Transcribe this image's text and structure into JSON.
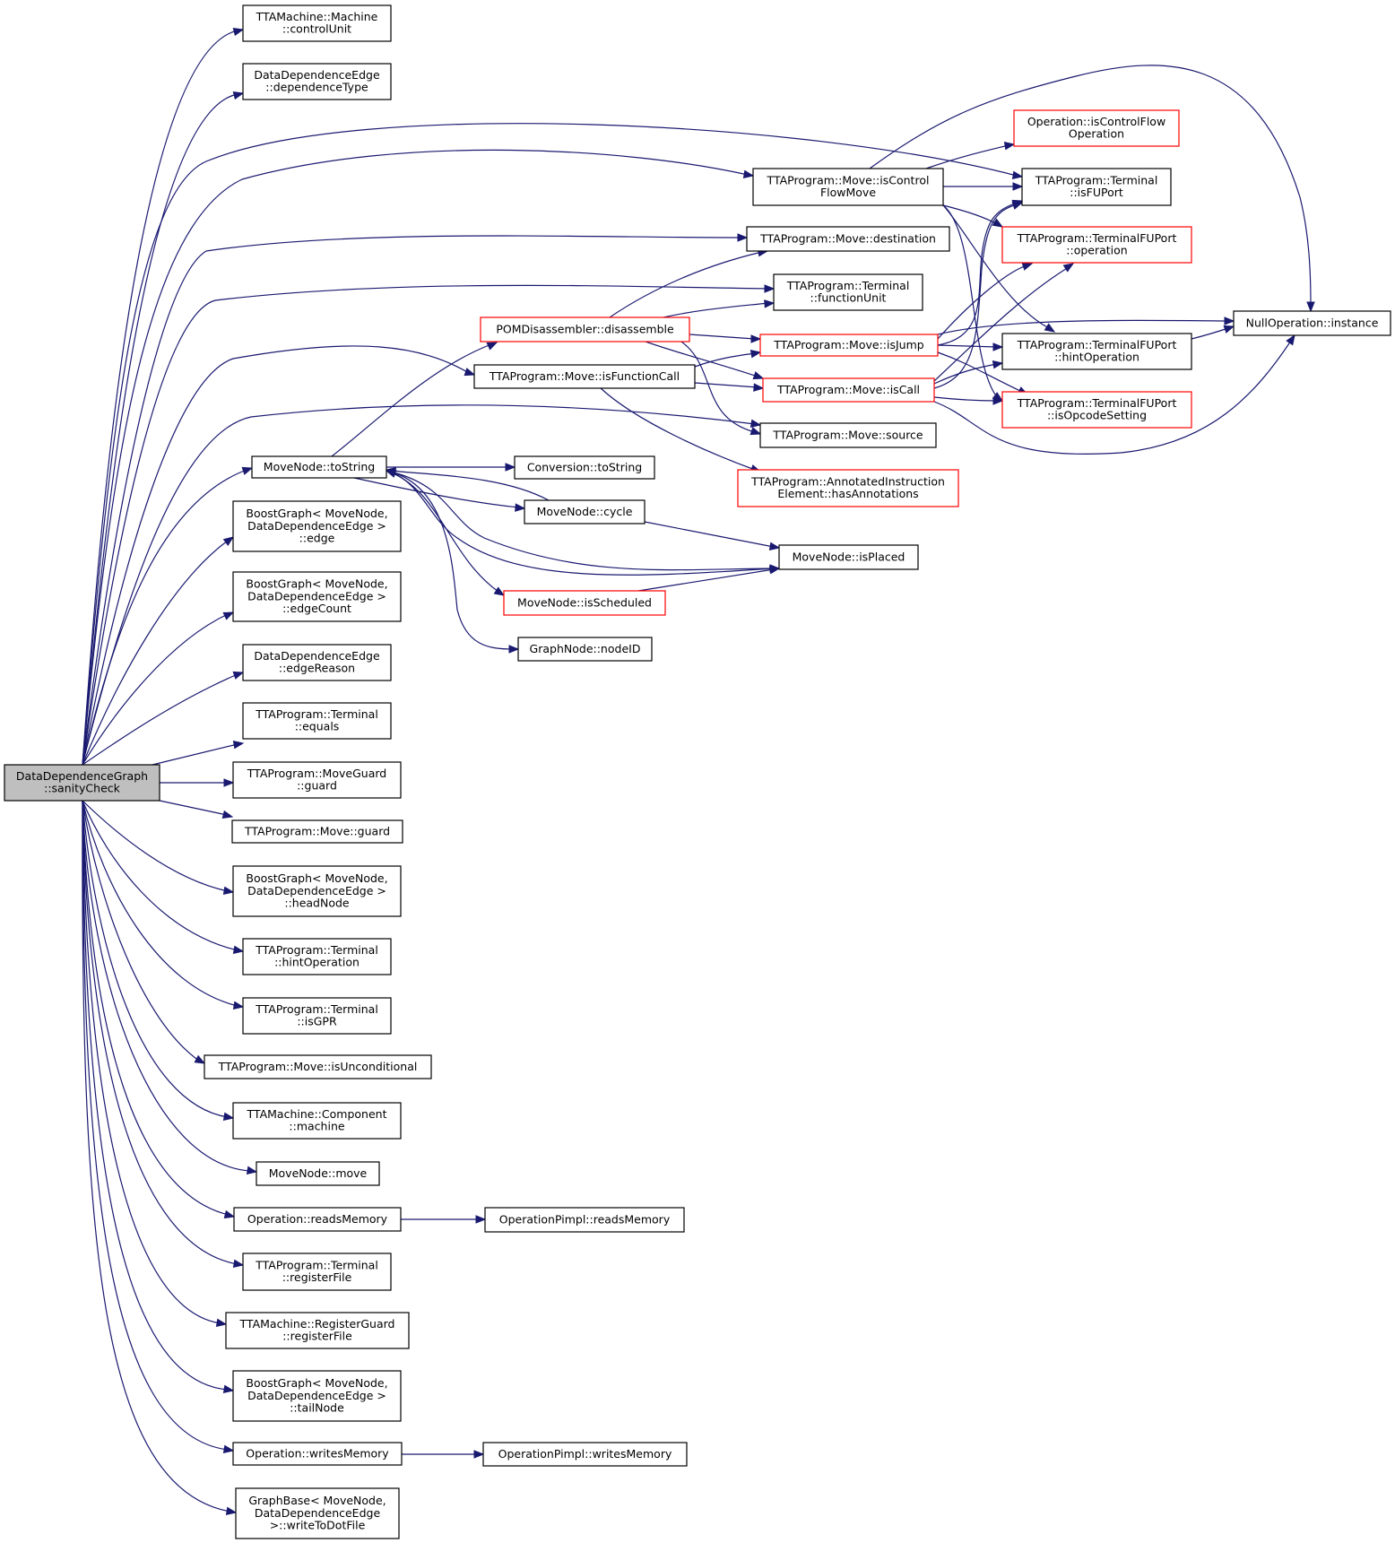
{
  "colors": {
    "edge": "#191970",
    "normal_border": "#000000",
    "incomplete_border": "#ff0000",
    "root_fill": "#bfbfbf",
    "node_fill": "#ffffff"
  },
  "nodes": [
    {
      "id": "root",
      "lines": [
        "DataDependenceGraph",
        "::sanityCheck"
      ],
      "style": "root"
    },
    {
      "id": "controlUnit",
      "lines": [
        "TTAMachine::Machine",
        "::controlUnit"
      ],
      "style": "normal"
    },
    {
      "id": "dependenceType",
      "lines": [
        "DataDependenceEdge",
        "::dependenceType"
      ],
      "style": "normal"
    },
    {
      "id": "isControlFlowMove",
      "lines": [
        "TTAProgram::Move::isControl",
        "FlowMove"
      ],
      "style": "normal"
    },
    {
      "id": "destination",
      "lines": [
        "TTAProgram::Move::destination"
      ],
      "style": "normal"
    },
    {
      "id": "functionUnit",
      "lines": [
        "TTAProgram::Terminal",
        "::functionUnit"
      ],
      "style": "normal"
    },
    {
      "id": "disassemble",
      "lines": [
        "POMDisassembler::disassemble"
      ],
      "style": "red"
    },
    {
      "id": "isFunctionCall",
      "lines": [
        "TTAProgram::Move::isFunctionCall"
      ],
      "style": "normal"
    },
    {
      "id": "source",
      "lines": [
        "TTAProgram::Move::source"
      ],
      "style": "normal"
    },
    {
      "id": "toStringMN",
      "lines": [
        "MoveNode::toString"
      ],
      "style": "normal"
    },
    {
      "id": "convToString",
      "lines": [
        "Conversion::toString"
      ],
      "style": "normal"
    },
    {
      "id": "cycle",
      "lines": [
        "MoveNode::cycle"
      ],
      "style": "normal"
    },
    {
      "id": "isPlaced",
      "lines": [
        "MoveNode::isPlaced"
      ],
      "style": "normal"
    },
    {
      "id": "isScheduled",
      "lines": [
        "MoveNode::isScheduled"
      ],
      "style": "red"
    },
    {
      "id": "nodeID",
      "lines": [
        "GraphNode::nodeID"
      ],
      "style": "normal"
    },
    {
      "id": "edge",
      "lines": [
        "BoostGraph< MoveNode,",
        "DataDependenceEdge >",
        "::edge"
      ],
      "style": "normal"
    },
    {
      "id": "edgeCount",
      "lines": [
        "BoostGraph< MoveNode,",
        "DataDependenceEdge >",
        "::edgeCount"
      ],
      "style": "normal"
    },
    {
      "id": "edgeReason",
      "lines": [
        "DataDependenceEdge",
        "::edgeReason"
      ],
      "style": "normal"
    },
    {
      "id": "equals",
      "lines": [
        "TTAProgram::Terminal",
        "::equals"
      ],
      "style": "normal"
    },
    {
      "id": "moveGuardGuard",
      "lines": [
        "TTAProgram::MoveGuard",
        "::guard"
      ],
      "style": "normal"
    },
    {
      "id": "moveGuard",
      "lines": [
        "TTAProgram::Move::guard"
      ],
      "style": "normal"
    },
    {
      "id": "headNode",
      "lines": [
        "BoostGraph< MoveNode,",
        "DataDependenceEdge >",
        "::headNode"
      ],
      "style": "normal"
    },
    {
      "id": "termHintOp",
      "lines": [
        "TTAProgram::Terminal",
        "::hintOperation"
      ],
      "style": "normal"
    },
    {
      "id": "isGPR",
      "lines": [
        "TTAProgram::Terminal",
        "::isGPR"
      ],
      "style": "normal"
    },
    {
      "id": "isUnconditional",
      "lines": [
        "TTAProgram::Move::isUnconditional"
      ],
      "style": "normal"
    },
    {
      "id": "machine",
      "lines": [
        "TTAMachine::Component",
        "::machine"
      ],
      "style": "normal"
    },
    {
      "id": "move",
      "lines": [
        "MoveNode::move"
      ],
      "style": "normal"
    },
    {
      "id": "readsMemory",
      "lines": [
        "Operation::readsMemory"
      ],
      "style": "normal"
    },
    {
      "id": "pimplReads",
      "lines": [
        "OperationPimpl::readsMemory"
      ],
      "style": "normal"
    },
    {
      "id": "termRegFile",
      "lines": [
        "TTAProgram::Terminal",
        "::registerFile"
      ],
      "style": "normal"
    },
    {
      "id": "guardRegFile",
      "lines": [
        "TTAMachine::RegisterGuard",
        "::registerFile"
      ],
      "style": "normal"
    },
    {
      "id": "tailNode",
      "lines": [
        "BoostGraph< MoveNode,",
        "DataDependenceEdge >",
        "::tailNode"
      ],
      "style": "normal"
    },
    {
      "id": "writesMemory",
      "lines": [
        "Operation::writesMemory"
      ],
      "style": "normal"
    },
    {
      "id": "pimplWrites",
      "lines": [
        "OperationPimpl::writesMemory"
      ],
      "style": "normal"
    },
    {
      "id": "writeToDotFile",
      "lines": [
        "GraphBase< MoveNode,",
        "DataDependenceEdge",
        ">::writeToDotFile"
      ],
      "style": "normal"
    },
    {
      "id": "isControlFlowOp",
      "lines": [
        "Operation::isControlFlow",
        "Operation"
      ],
      "style": "red"
    },
    {
      "id": "isFUPort",
      "lines": [
        "TTAProgram::Terminal",
        "::isFUPort"
      ],
      "style": "normal"
    },
    {
      "id": "fuOperation",
      "lines": [
        "TTAProgram::TerminalFUPort",
        "::operation"
      ],
      "style": "red"
    },
    {
      "id": "isJump",
      "lines": [
        "TTAProgram::Move::isJump"
      ],
      "style": "red"
    },
    {
      "id": "isCall",
      "lines": [
        "TTAProgram::Move::isCall"
      ],
      "style": "red"
    },
    {
      "id": "fuHintOp",
      "lines": [
        "TTAProgram::TerminalFUPort",
        "::hintOperation"
      ],
      "style": "normal"
    },
    {
      "id": "isOpcodeSetting",
      "lines": [
        "TTAProgram::TerminalFUPort",
        "::isOpcodeSetting"
      ],
      "style": "red"
    },
    {
      "id": "hasAnnotations",
      "lines": [
        "TTAProgram::AnnotatedInstruction",
        "Element::hasAnnotations"
      ],
      "style": "red"
    },
    {
      "id": "nullInstance",
      "lines": [
        "NullOperation::instance"
      ],
      "style": "normal"
    }
  ]
}
